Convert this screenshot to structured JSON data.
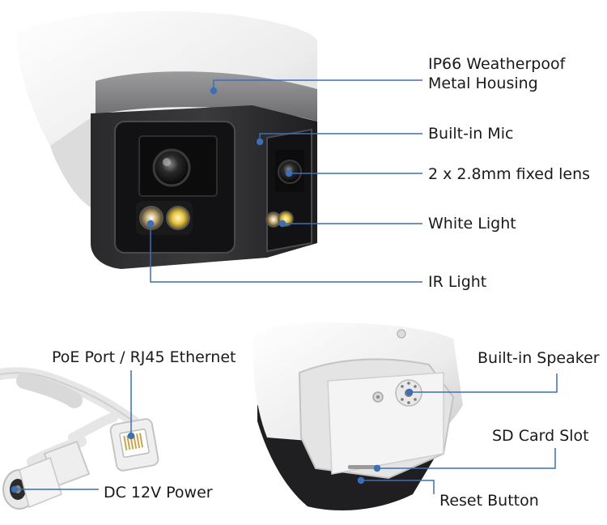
{
  "labels": {
    "housing_line1": "IP66 Weatherpoof",
    "housing_line2": "Metal Housing",
    "mic": "Built-in Mic",
    "lens": "2 x 2.8mm fixed lens",
    "white_light": "White Light",
    "ir_light": "IR Light",
    "poe": "PoE Port / RJ45 Ethernet",
    "dc_power": "DC 12V Power",
    "speaker": "Built-in Speaker",
    "sd_card": "SD Card Slot",
    "reset": "Reset Button"
  },
  "colors": {
    "leader_line": "#3b6fb6",
    "camera_white": "#f2f2f2",
    "camera_dark": "#1c1c1e",
    "cable": "#e9e9e9"
  }
}
